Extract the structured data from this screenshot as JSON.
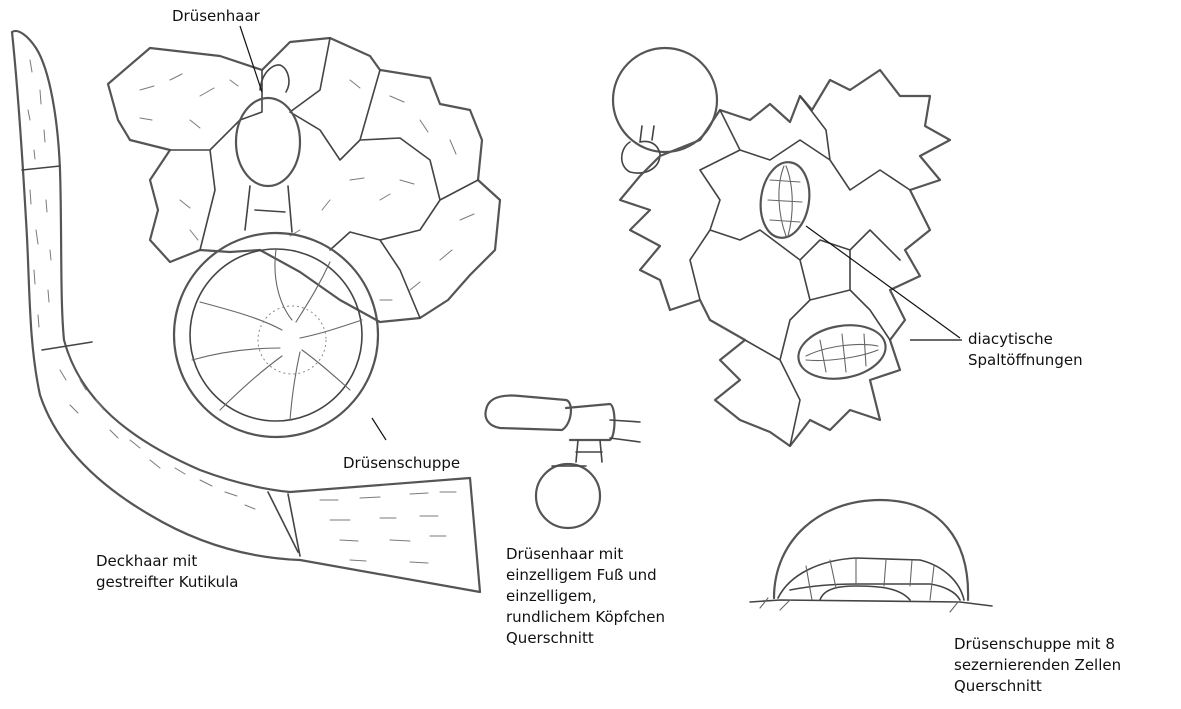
{
  "labels": {
    "druesenhaar_top": "Drüsenhaar",
    "druesenschuppe": "Drüsenschuppe",
    "stomata": [
      "diacytische",
      "Spaltöffnungen"
    ],
    "deckhaar": [
      "Deckhaar mit",
      "gestreifter Kutikula"
    ],
    "druesenhaar_detail": [
      "Drüsenhaar mit",
      "einzelligem Fuß und",
      "einzelligem,",
      "rundlichem Köpfchen",
      "Querschnitt"
    ],
    "druesenschuppe_detail": [
      "Drüsenschuppe mit 8",
      "sezernierenden Zellen",
      "Querschnitt"
    ]
  },
  "colors": {
    "ink": "#555555",
    "text": "#111111",
    "background": "#ffffff"
  }
}
